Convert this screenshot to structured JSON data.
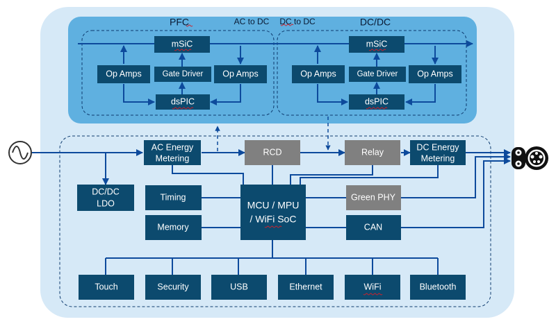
{
  "sections": {
    "pfc": "PFC",
    "ac_to_dc": "AC to DC",
    "dc_to_dc": "DC to DC",
    "dcdc": "DC/DC"
  },
  "pfc_blocks": {
    "msic": "mSiC",
    "op_amps_left": "Op Amps",
    "gate_driver": "Gate Driver",
    "op_amps_right": "Op Amps",
    "dspic": "dsPIC"
  },
  "dcdc_blocks": {
    "msic": "mSiC",
    "op_amps_left": "Op Amps",
    "gate_driver": "Gate Driver",
    "op_amps_right": "Op Amps",
    "dspic": "dsPIC"
  },
  "main_blocks": {
    "ac_energy_metering_1": "AC Energy",
    "ac_energy_metering_2": "Metering",
    "rcd": "RCD",
    "relay": "Relay",
    "dc_energy_metering_1": "DC Energy",
    "dc_energy_metering_2": "Metering",
    "dcdc_ldo_1": "DC/DC",
    "dcdc_ldo_2": "LDO",
    "timing": "Timing",
    "memory": "Memory",
    "mcu_1": "MCU / MPU",
    "mcu_2": "/ WiFi SoC",
    "green_phy": "Green PHY",
    "can": "CAN"
  },
  "peripherals": {
    "touch": "Touch",
    "security": "Security",
    "usb": "USB",
    "ethernet": "Ethernet",
    "wifi": "WiFi",
    "bluetooth": "Bluetooth"
  },
  "icons": {
    "ac_source": "ac-source-icon",
    "charging_connector": "ev-connector-icon"
  },
  "colors": {
    "outer_panel": "#d6e9f7",
    "top_panel": "#5fb0e0",
    "block": "#0c4a6e",
    "gray_block": "#808080",
    "wire": "#0d4a9c"
  }
}
